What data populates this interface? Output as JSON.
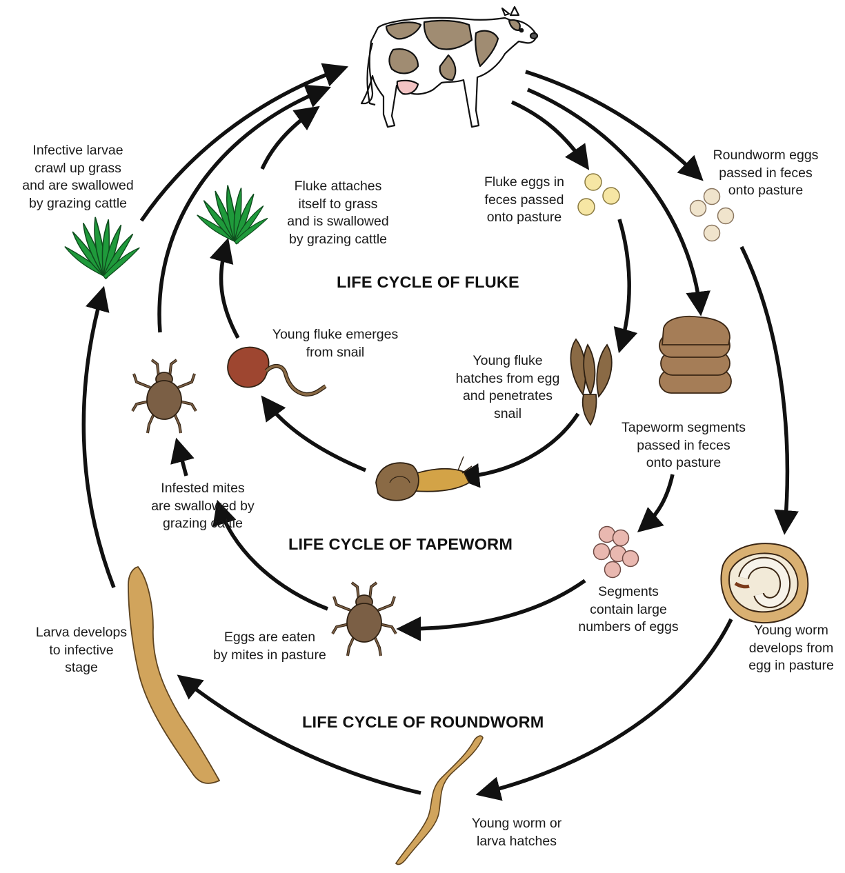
{
  "titles": {
    "fluke": "LIFE CYCLE OF FLUKE",
    "tapeworm": "LIFE CYCLE OF TAPEWORM",
    "roundworm": "LIFE CYCLE OF ROUNDWORM"
  },
  "labels": {
    "infective_larvae": "Infective larvae\ncrawl up grass\nand are swallowed\nby grazing cattle",
    "fluke_attaches": "Fluke attaches\nitself to grass\nand is swallowed\nby grazing cattle",
    "fluke_eggs": "Fluke eggs in\nfeces passed\nonto pasture",
    "roundworm_eggs": "Roundworm eggs\npassed in feces\nonto pasture",
    "young_fluke_emerges": "Young fluke emerges\nfrom snail",
    "young_fluke_hatches": "Young fluke\nhatches from egg\nand penetrates\nsnail",
    "tapeworm_segments": "Tapeworm segments\npassed in feces\nonto pasture",
    "infested_mites": "Infested mites\nare swallowed by\ngrazing cattle",
    "segments_contain": "Segments\ncontain large\nnumbers of eggs",
    "eggs_eaten": "Eggs are eaten\nby mites in pasture",
    "larva_develops": "Larva develops\nto infective\nstage",
    "young_worm_develops": "Young worm\ndevelops from\negg in pasture",
    "young_worm_hatches": "Young worm or\nlarva hatches"
  },
  "icons": [
    "cow-icon",
    "grass-icon",
    "fluke-egg-icon",
    "roundworm-egg-icon",
    "fluke-larva-icon",
    "snail-icon",
    "tapeworm-segments-icon",
    "tapeworm-egg-icon",
    "mite-icon",
    "larva-icon",
    "curled-worm-icon",
    "young-worm-icon"
  ],
  "colors": {
    "arrow": "#111111",
    "grass": "#1f9a3b",
    "cow_patch": "#a08c72",
    "fluke_egg": "#f6e6a4",
    "roundworm_egg": "#f0e4cc",
    "tapeworm_egg": "#e9b8b0",
    "feces": "#a57d57",
    "mite": "#7b5f45",
    "snail": "#8a6a45",
    "snail_body": "#d3a347",
    "cyst": "#9e4630",
    "larva": "#d1a45c"
  }
}
